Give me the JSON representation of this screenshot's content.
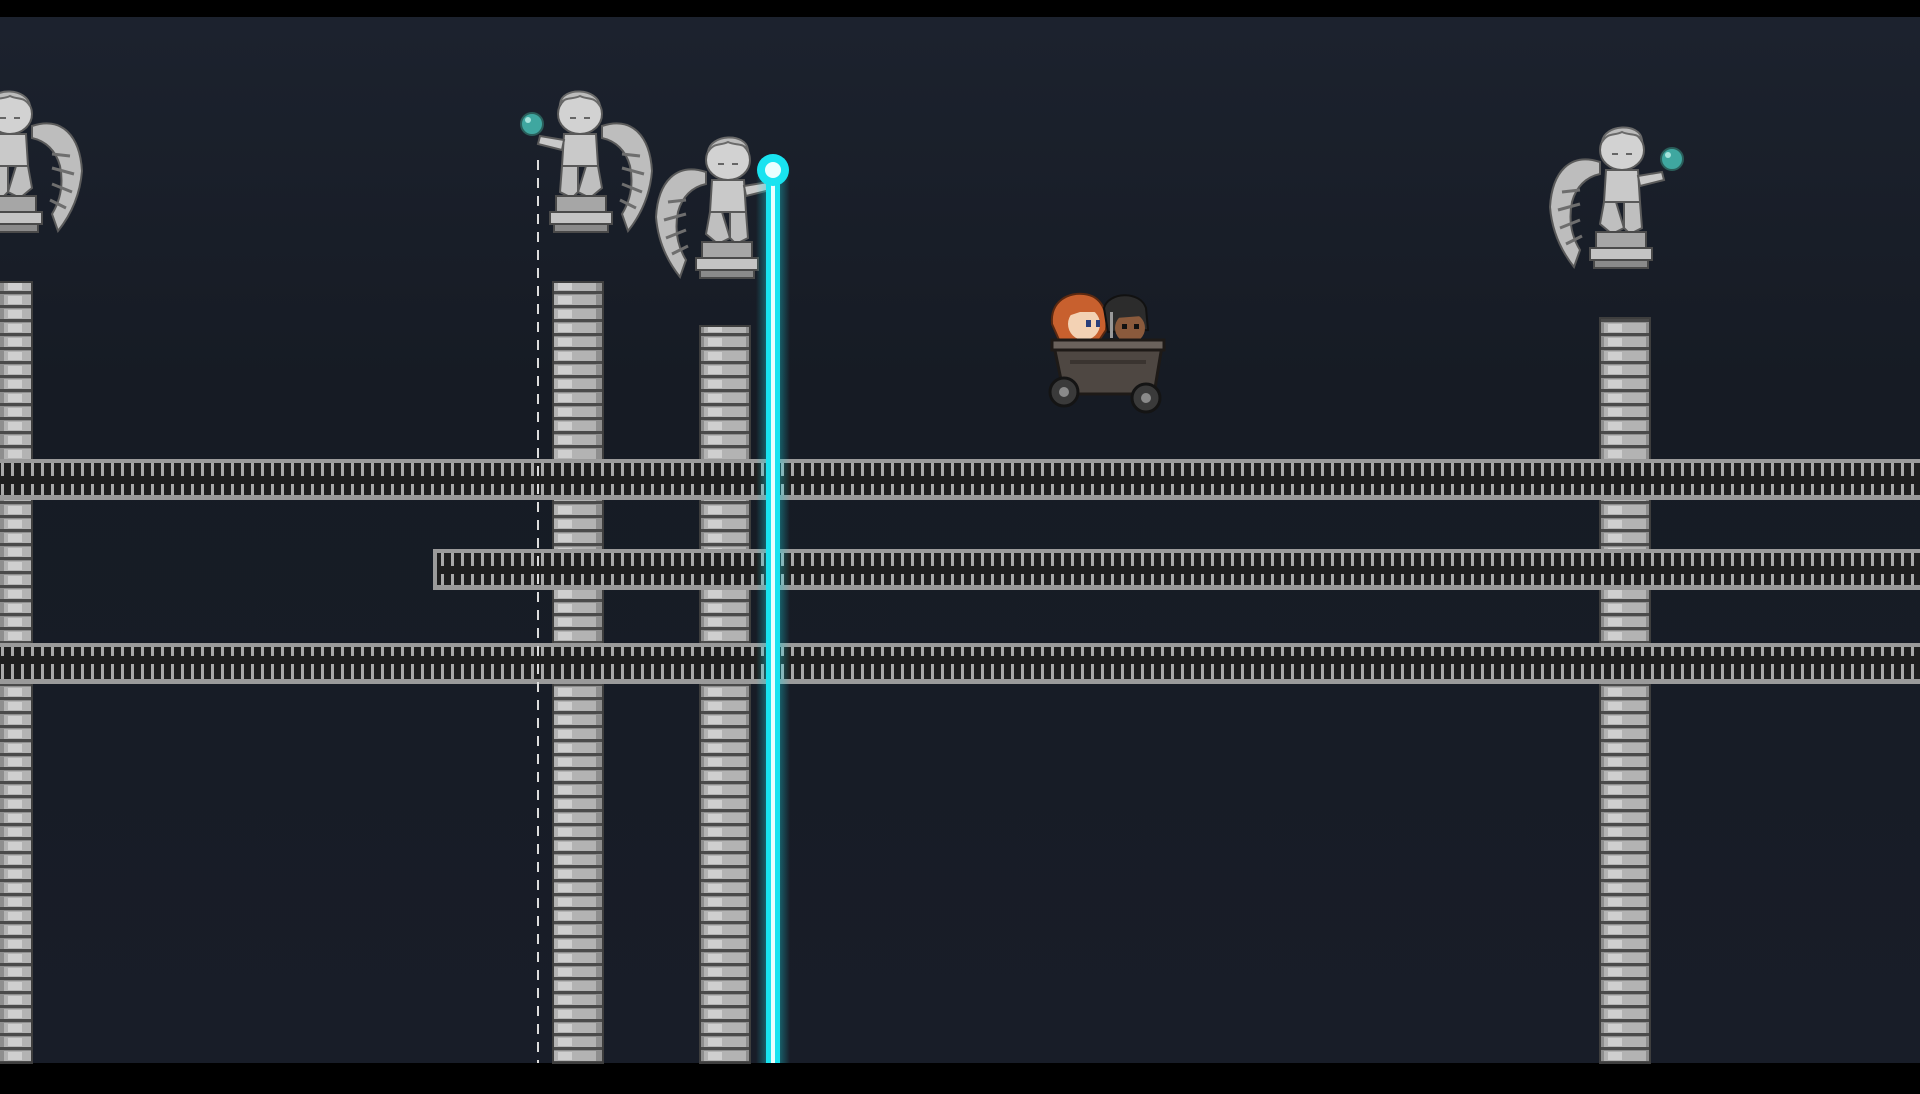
{
  "scene": {
    "name": "minecart-rail-level",
    "palette": {
      "background_top": "#1c222e",
      "background_bottom": "#171c26",
      "letterbox": "#000000",
      "stone_light": "#c8c8c8",
      "stone_mid": "#8e8e8e",
      "stone_dark": "#4a4a4a",
      "rail_dark": "#222222",
      "rail_light": "#b4b4b4",
      "laser": "#19e3f0",
      "laser_core": "#e9ffff",
      "orb": "#3fa7a0",
      "cart": "#4e4742",
      "hair_ginger": "#c8602e",
      "hair_dark": "#2c2c2c"
    },
    "statues": [
      {
        "name": "angel-statue-far-left",
        "holds_orb": false
      },
      {
        "name": "angel-statue-orb-left",
        "holds_orb": true
      },
      {
        "name": "angel-statue-by-laser",
        "holds_orb": false
      },
      {
        "name": "angel-statue-orb-right",
        "holds_orb": true
      }
    ],
    "rails": [
      "top-rail",
      "middle-rail",
      "bottom-rail"
    ],
    "laser_beam": {
      "color": "#19e3f0",
      "active": true
    },
    "dashed_guide": {
      "style": "dashed",
      "color": "#dddddd"
    },
    "minecart": {
      "riders": [
        "ginger-haired-girl",
        "dark-haired-boy"
      ]
    }
  }
}
